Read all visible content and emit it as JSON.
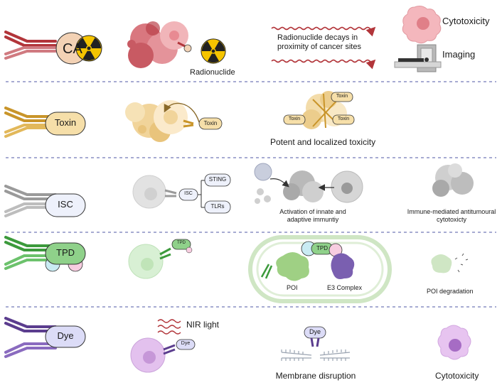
{
  "rows": {
    "radionuclide": {
      "payload_label": "CA",
      "radionuclide_label": "Radionuclide",
      "decay_text_line1": "Radionuclide decays in",
      "decay_text_line2": "proximity of cancer sites",
      "outcome_cytotoxicity": "Cytotoxicity",
      "outcome_imaging": "Imaging"
    },
    "toxin": {
      "payload_label": "Toxin",
      "small_label": "Toxin",
      "cluster_labels": [
        "Toxin",
        "Toxin",
        "Toxin"
      ],
      "outcome": "Potent and localized toxicity"
    },
    "isc": {
      "payload_label": "ISC",
      "small_label": "ISC",
      "branch_sting": "STING",
      "branch_tlrs": "TLRs",
      "activation_line1": "Activation of innate and",
      "activation_line2": "adaptive immuntiy",
      "outcome_line1": "Immune-mediated antitumoural",
      "outcome_line2": "cytotoxicty"
    },
    "tpd": {
      "payload_label": "TPD",
      "small_label": "TPD",
      "complex_label": "TPD",
      "poi_label": "POI",
      "e3_label": "E3 Complex",
      "outcome": "POI degradation"
    },
    "dye": {
      "payload_label": "Dye",
      "nir_label": "NIR light",
      "small_label": "Dye",
      "membrane_dye_label": "Dye",
      "membrane_label": "Membrane disruption",
      "outcome": "Cytotoxicity"
    }
  },
  "colors": {
    "radionuclide_antibody": "#b2353a",
    "toxin_antibody": "#c9952a",
    "isc_antibody": "#9a9a9a",
    "tpd_antibody": "#3c9a3c",
    "dye_antibody": "#5b3d8e",
    "divider": "#8a8fc4",
    "arrow_red": "#b2353a"
  },
  "icons": {
    "radiation": "radiation-trefoil-icon",
    "imaging": "scanner-icon"
  }
}
